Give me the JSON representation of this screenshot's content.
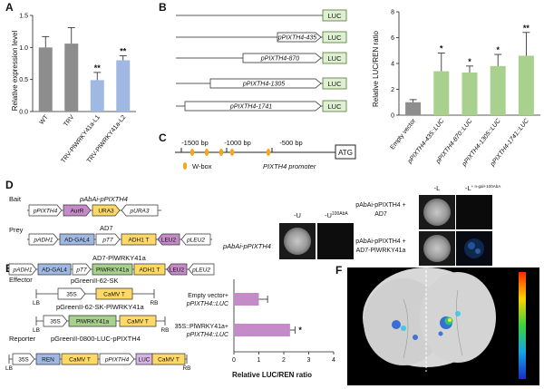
{
  "panels": {
    "a": "A",
    "b": "B",
    "c": "C",
    "d": "D",
    "e": "E",
    "f": "F"
  },
  "colors": {
    "gray": "#8d8d8d",
    "blue": "#9fb9e2",
    "green": "#a9d18e",
    "pink": "#c58ac8",
    "luc_box": "#dff0d2",
    "yellow": "#ffd966",
    "purple": "#d6b4e4",
    "orange": "#f5a623"
  },
  "chartA": {
    "ylabel": "Relative expression level",
    "ticks": [
      "0.0",
      "0.5",
      "1.0",
      "1.5"
    ],
    "bars": [
      {
        "label": "WT",
        "value": 1.0,
        "err": 0.17,
        "sig": ""
      },
      {
        "label": "TRV",
        "value": 1.06,
        "err": 0.25,
        "sig": ""
      },
      {
        "label": "TRV-PlWRKY41a-L1",
        "value": 0.49,
        "err": 0.12,
        "sig": "**"
      },
      {
        "label": "TRV-PlWRKY41a-L2",
        "value": 0.8,
        "err": 0.07,
        "sig": "**"
      }
    ]
  },
  "panelB": {
    "constructs": [
      {
        "label": "",
        "luc": "LUC"
      },
      {
        "label": "pPIXTH4-435",
        "luc": "LUC"
      },
      {
        "label": "pPIXTH4-870",
        "luc": "LUC"
      },
      {
        "label": "pPIXTH4-1305",
        "luc": "LUC"
      },
      {
        "label": "pPIXTH4-1741",
        "luc": "LUC"
      }
    ],
    "chart": {
      "ylabel": "Relative LUC/REN ratio",
      "ticks": [
        "0",
        "2",
        "4",
        "6",
        "8"
      ],
      "bars": [
        {
          "label": "Empty vector",
          "value": 1.0,
          "err": 0.2,
          "sig": ""
        },
        {
          "label": "pPIXTH4-435::LUC",
          "value": 3.4,
          "err": 1.4,
          "sig": "*"
        },
        {
          "label": "pPIXTH4-870::LUC",
          "value": 3.3,
          "err": 0.5,
          "sig": "*"
        },
        {
          "label": "pPIXTH4-1305::LUC",
          "value": 3.8,
          "err": 0.9,
          "sig": "*"
        },
        {
          "label": "pPIXTH4-1741::LUC",
          "value": 4.6,
          "err": 1.8,
          "sig": "**"
        }
      ]
    }
  },
  "panelC": {
    "ticks": [
      "-1500 bp",
      "-1000 bp",
      "-500 bp"
    ],
    "atg": "ATG",
    "wbox": "W-box",
    "promoter": "PIXTH4 promoter",
    "promoter_suffix": "promoter"
  },
  "panelD": {
    "bait_title": "Bait",
    "bait_name": "pAbAi-pPIXTH4",
    "bait_parts": [
      "pPIXTH4",
      "AurR",
      "URA3",
      "pURA3"
    ],
    "prey_title": "Prey",
    "prey_name": "AD7",
    "prey_parts": [
      "pADH1",
      "AD-GAL4",
      "pT7",
      "ADH1 T",
      "LEU2",
      "pLEU2"
    ],
    "prey2_name": "AD7-PlWRKY41a",
    "prey2_parts": [
      "pADH1",
      "AD-GAL4",
      "pT7",
      "PlWRKY41a",
      "ADH1 T",
      "LEU2",
      "pLEU2"
    ],
    "spot_row_label": "pAbAi-pPIXTH4",
    "col1": "-U",
    "col2": "-U",
    "col2_sup": "100AbA",
    "col3": "-L",
    "col4": "-L",
    "col4_sup": "+ n-gal+100AbA",
    "row1a": "pAbAi-pPIXTH4 +",
    "row1b": "AD7",
    "row2a": "pAbAi-pPIXTH4 +",
    "row2b": "AD7-PlWRKY41a"
  },
  "panelE": {
    "effector": "Effector",
    "eff1": "pGreenII-62-SK",
    "eff2": "pGreenII-62-SK-PlWRKY41a",
    "reporter": "Reporter",
    "rep": "pGreenII-0800-LUC-pPIXTH4",
    "p35": "35S",
    "camv": "CaMV T",
    "wrky": "PlWRKY41a",
    "ren": "REN",
    "pix": "pPIXTH4",
    "luc": "LUC",
    "lb": "LB",
    "rb": "RB",
    "chart": {
      "xlabel": "Relative LUC/REN ratio",
      "ticks": [
        "0",
        "1",
        "2",
        "3",
        "4"
      ],
      "bars": [
        {
          "l1": "Empty vector+",
          "l2": "pPIXTH4::LUC",
          "value": 1.0,
          "err": 0.35,
          "sig": ""
        },
        {
          "l1": "35S::PlWRKY41a+",
          "l2": "pPIXTH4::LUC",
          "value": 2.25,
          "err": 0.2,
          "sig": "*"
        }
      ]
    }
  },
  "chart_data": [
    {
      "type": "bar",
      "ylabel": "Relative expression level",
      "categories": [
        "WT",
        "TRV",
        "TRV-PlWRKY41a-L1",
        "TRV-PlWRKY41a-L2"
      ],
      "values": [
        1.0,
        1.06,
        0.49,
        0.8
      ],
      "errors": [
        0.17,
        0.25,
        0.12,
        0.07
      ],
      "ylim": [
        0,
        1.5
      ]
    },
    {
      "type": "bar",
      "ylabel": "Relative LUC/REN ratio",
      "categories": [
        "Empty vector",
        "pPIXTH4-435::LUC",
        "pPIXTH4-870::LUC",
        "pPIXTH4-1305::LUC",
        "pPIXTH4-1741::LUC"
      ],
      "values": [
        1.0,
        3.4,
        3.3,
        3.8,
        4.6
      ],
      "errors": [
        0.2,
        1.4,
        0.5,
        0.9,
        1.8
      ],
      "ylim": [
        0,
        8
      ]
    },
    {
      "type": "bar",
      "xlabel": "Relative LUC/REN ratio",
      "categories": [
        "Empty vector+pPIXTH4::LUC",
        "35S::PlWRKY41a+pPIXTH4::LUC"
      ],
      "values": [
        1.0,
        2.25
      ],
      "errors": [
        0.35,
        0.2
      ],
      "xlim": [
        0,
        4
      ]
    }
  ]
}
